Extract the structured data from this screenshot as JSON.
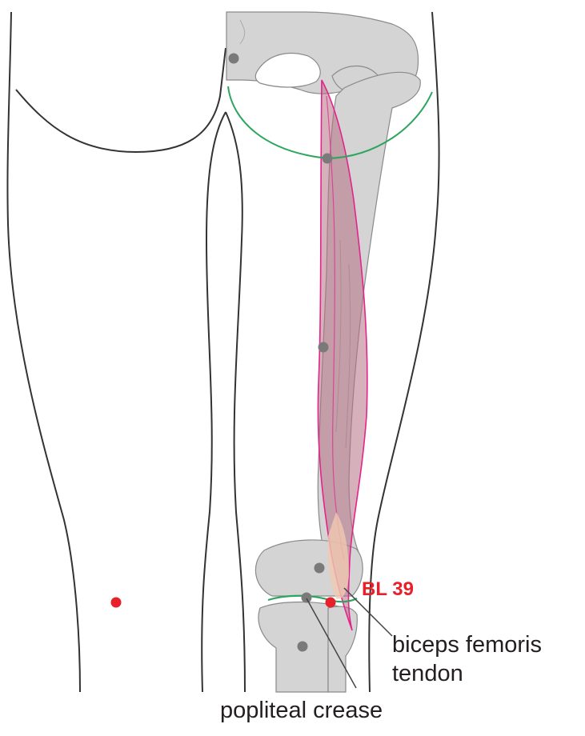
{
  "labels": {
    "acupoint": "BL 39",
    "tendon_line1": "biceps femoris",
    "tendon_line2": "tendon",
    "crease": "popliteal crease"
  },
  "colors": {
    "acupoint": "#e8202a",
    "landmark": "#7a7a7a",
    "muscle_fill": "#b46f84",
    "muscle_outline": "#e2248c",
    "gluteal_fold": "#2ea55f",
    "bone": "#d4d4d4",
    "outline": "#333333"
  }
}
